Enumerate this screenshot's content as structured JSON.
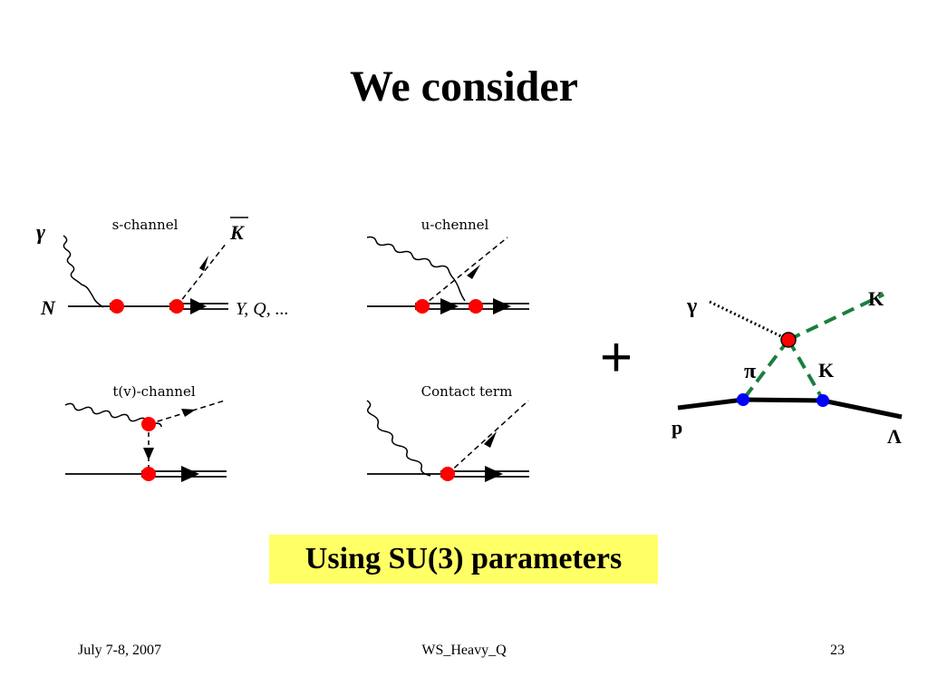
{
  "slide": {
    "title": "We consider",
    "plus_sign": "+",
    "highlight_text": "Using SU(3) parameters"
  },
  "diagrams": {
    "s_channel": {
      "caption": "s-channel",
      "photon": "γ",
      "kaon": "K",
      "nucleon": "N",
      "final": "Y, Q, ..."
    },
    "u_channel": {
      "caption": "u-chennel"
    },
    "t_channel": {
      "caption": "t(v)-channel"
    },
    "contact": {
      "caption": "Contact term"
    },
    "loop": {
      "photon": "γ",
      "kaon_out": "K",
      "pion": "π",
      "kaon_loop": "K",
      "proton": "p",
      "lambda": "Λ"
    }
  },
  "colors": {
    "vertex_red": "#ff0000",
    "vertex_blue": "#0000ff",
    "meson_green": "#1a7f3c",
    "highlight_yellow": "#ffff66"
  },
  "footer": {
    "date": "July 7-8, 2007",
    "center": "WS_Heavy_Q",
    "page": "23"
  }
}
